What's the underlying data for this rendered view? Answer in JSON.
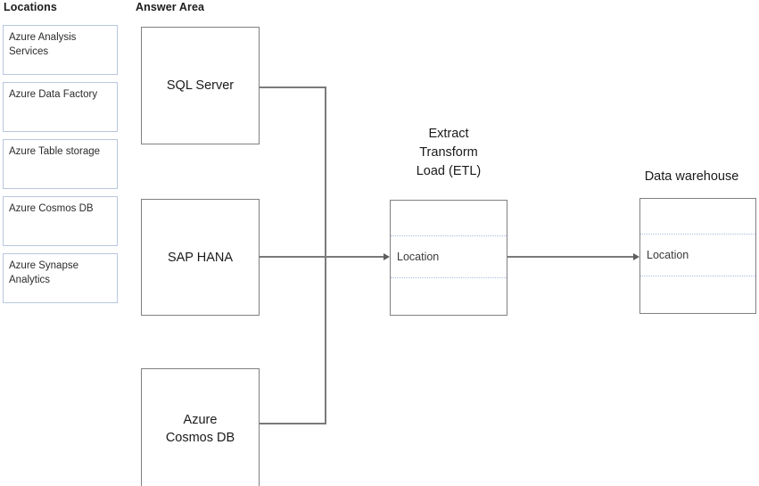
{
  "headers": {
    "locations": "Locations",
    "answer_area": "Answer Area"
  },
  "locations": {
    "items": [
      {
        "label": "Azure Analysis Services"
      },
      {
        "label": "Azure Data Factory"
      },
      {
        "label": "Azure Table storage"
      },
      {
        "label": "Azure Cosmos DB"
      },
      {
        "label": "Azure Synapse Analytics"
      }
    ]
  },
  "answer_area": {
    "source_boxes": [
      {
        "label": "SQL Server"
      },
      {
        "label": "SAP HANA"
      },
      {
        "label": "Azure\nCosmos DB"
      }
    ],
    "etl": {
      "caption_line1": "Extract",
      "caption_line2": "Transform",
      "caption_line3": "Load (ETL)",
      "field_label": "Location"
    },
    "warehouse": {
      "caption": "Data warehouse",
      "field_label": "Location"
    }
  },
  "colors": {
    "location_border": "#b9c7dd",
    "node_border": "#808080",
    "connector": "#7a7a7a",
    "row_divider": "#a8bddd",
    "text": "#1a1a1a",
    "background": "#ffffff"
  }
}
